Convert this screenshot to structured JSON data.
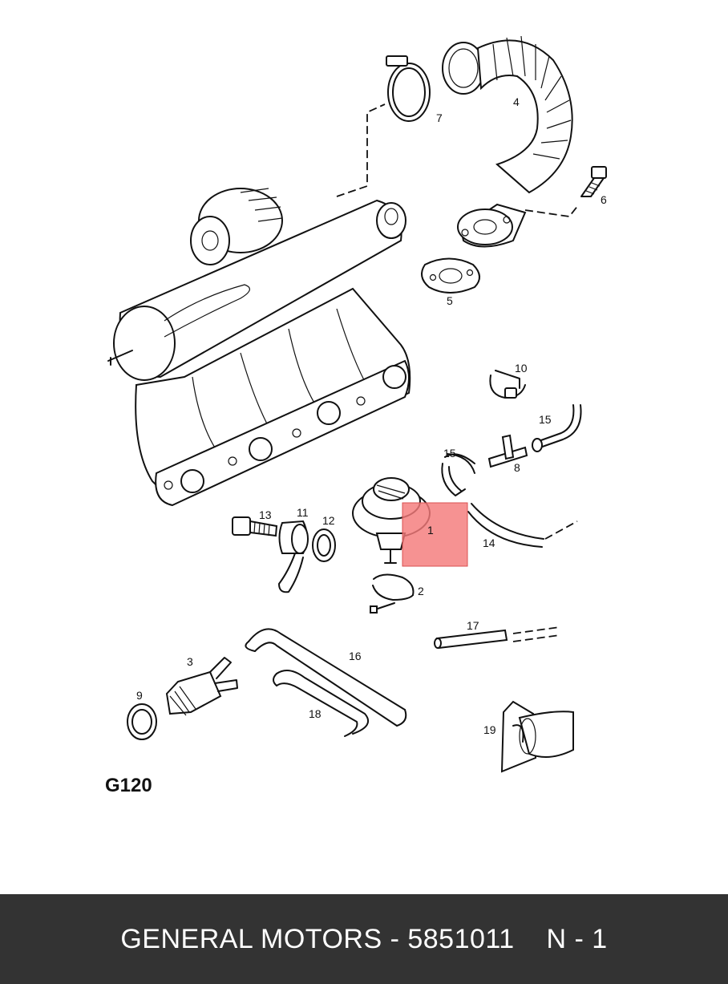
{
  "diagram": {
    "code": "G120",
    "highlight_color": "#f47a7a",
    "part_labels": {
      "p1": "1",
      "p2": "2",
      "p3": "3",
      "p4": "4",
      "p5": "5",
      "p6": "6",
      "p7": "7",
      "p8": "8",
      "p9": "9",
      "p10": "10",
      "p11": "11",
      "p12": "12",
      "p13": "13",
      "p14": "14",
      "p15a": "15",
      "p15b": "15",
      "p16": "16",
      "p17": "17",
      "p18": "18",
      "p19": "19"
    }
  },
  "footer": {
    "text": "GENERAL MOTORS - 5851011    N - 1",
    "background": "#333333"
  }
}
